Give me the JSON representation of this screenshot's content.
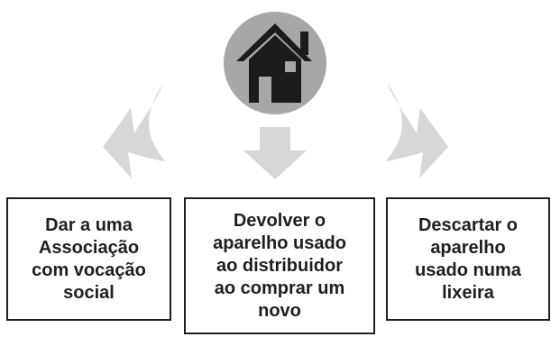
{
  "diagram": {
    "icon": "house-icon",
    "arrows": [
      "curved-arrow-left",
      "down-arrow",
      "curved-arrow-right"
    ],
    "colors": {
      "house_circle": "#a7a7a7",
      "house_fill": "#1b1b1b",
      "arrow_fill": "#d7d7d7",
      "box_border": "#1f1f1f",
      "text": "#1f1f1f"
    },
    "options": [
      {
        "text": "Dar a uma\nAssociação\ncom vocação\nsocial"
      },
      {
        "text": "Devolver o\naparelho usado\nao distribuidor\nao comprar um\nnovo"
      },
      {
        "text": "Descartar o\naparelho\nusado numa\nlixeira"
      }
    ]
  }
}
